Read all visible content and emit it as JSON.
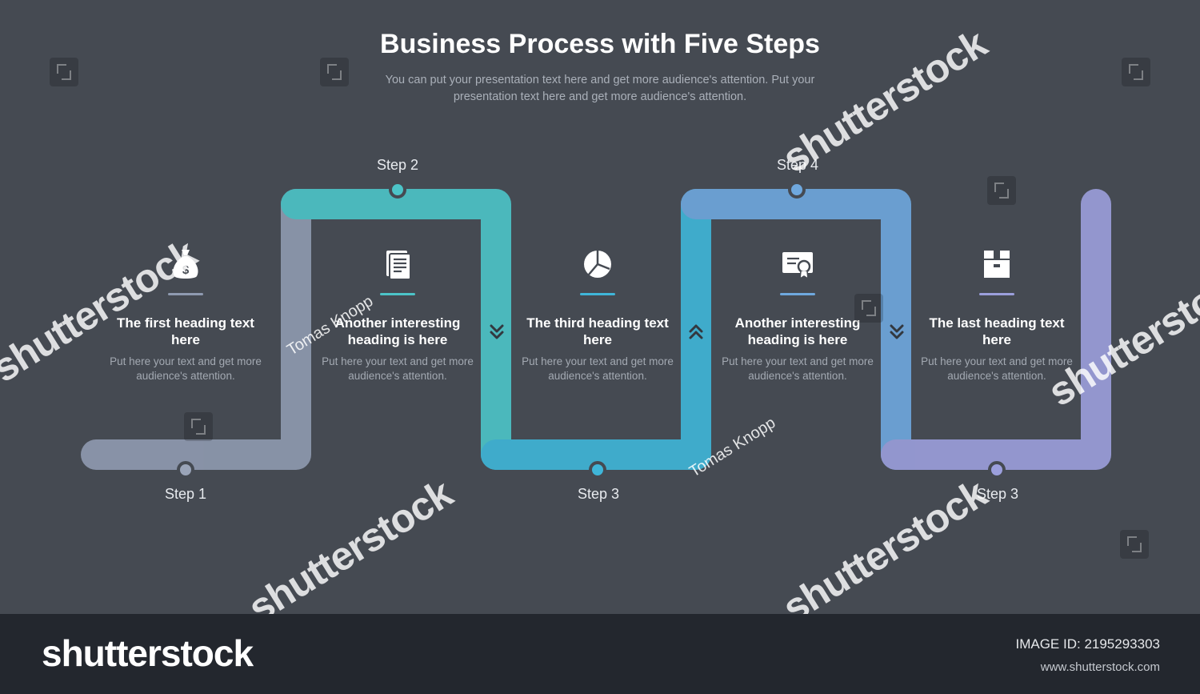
{
  "title": "Business Process with Five Steps",
  "subtitle": "You can put your presentation text here and get more audience's attention. Put your presentation text here and get more audience's attention.",
  "steps": [
    {
      "step_label": "Step 1",
      "heading": "The first heading text here",
      "body": "Put here your text and get more audience's attention.",
      "icon": "money-bag-icon",
      "color": "#8f9ab0"
    },
    {
      "step_label": "Step 2",
      "heading": "Another interesting heading is here",
      "body": "Put here your text and get more audience's attention.",
      "icon": "document-icon",
      "color": "#4cc4c8"
    },
    {
      "step_label": "Step 3",
      "heading": "The third heading text here",
      "body": "Put here your text and get more audience's attention.",
      "icon": "pie-chart-icon",
      "color": "#3fb6d9"
    },
    {
      "step_label": "Step 4",
      "heading": "Another interesting heading is here",
      "body": "Put here your text and get more audience's attention.",
      "icon": "certificate-icon",
      "color": "#6fa8de"
    },
    {
      "step_label": "Step 3",
      "heading": "The last heading text here",
      "body": "Put here your text and get more audience's attention.",
      "icon": "box-icon",
      "color": "#9b9fdc"
    }
  ],
  "arrows": [
    "chevron-double-down-icon",
    "chevron-double-up-icon",
    "chevron-double-down-icon"
  ],
  "watermarks": {
    "brand": "shutterstock",
    "author": "Tomas Knopp"
  },
  "footer": {
    "logo": "shutterstock",
    "image_id": "IMAGE ID: 2195293303",
    "url": "www.shutterstock.com"
  }
}
